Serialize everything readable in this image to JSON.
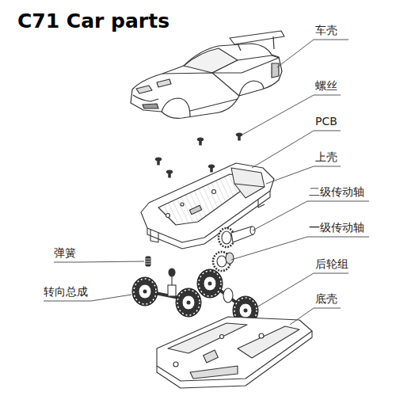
{
  "diagram": {
    "title": "C71 Car parts",
    "labels": [
      "车壳",
      "螺丝",
      "PCB",
      "上壳",
      "二级传动轴",
      "一级传动轴",
      "弹簧",
      "转向总成",
      "后轮组",
      "底壳"
    ]
  }
}
